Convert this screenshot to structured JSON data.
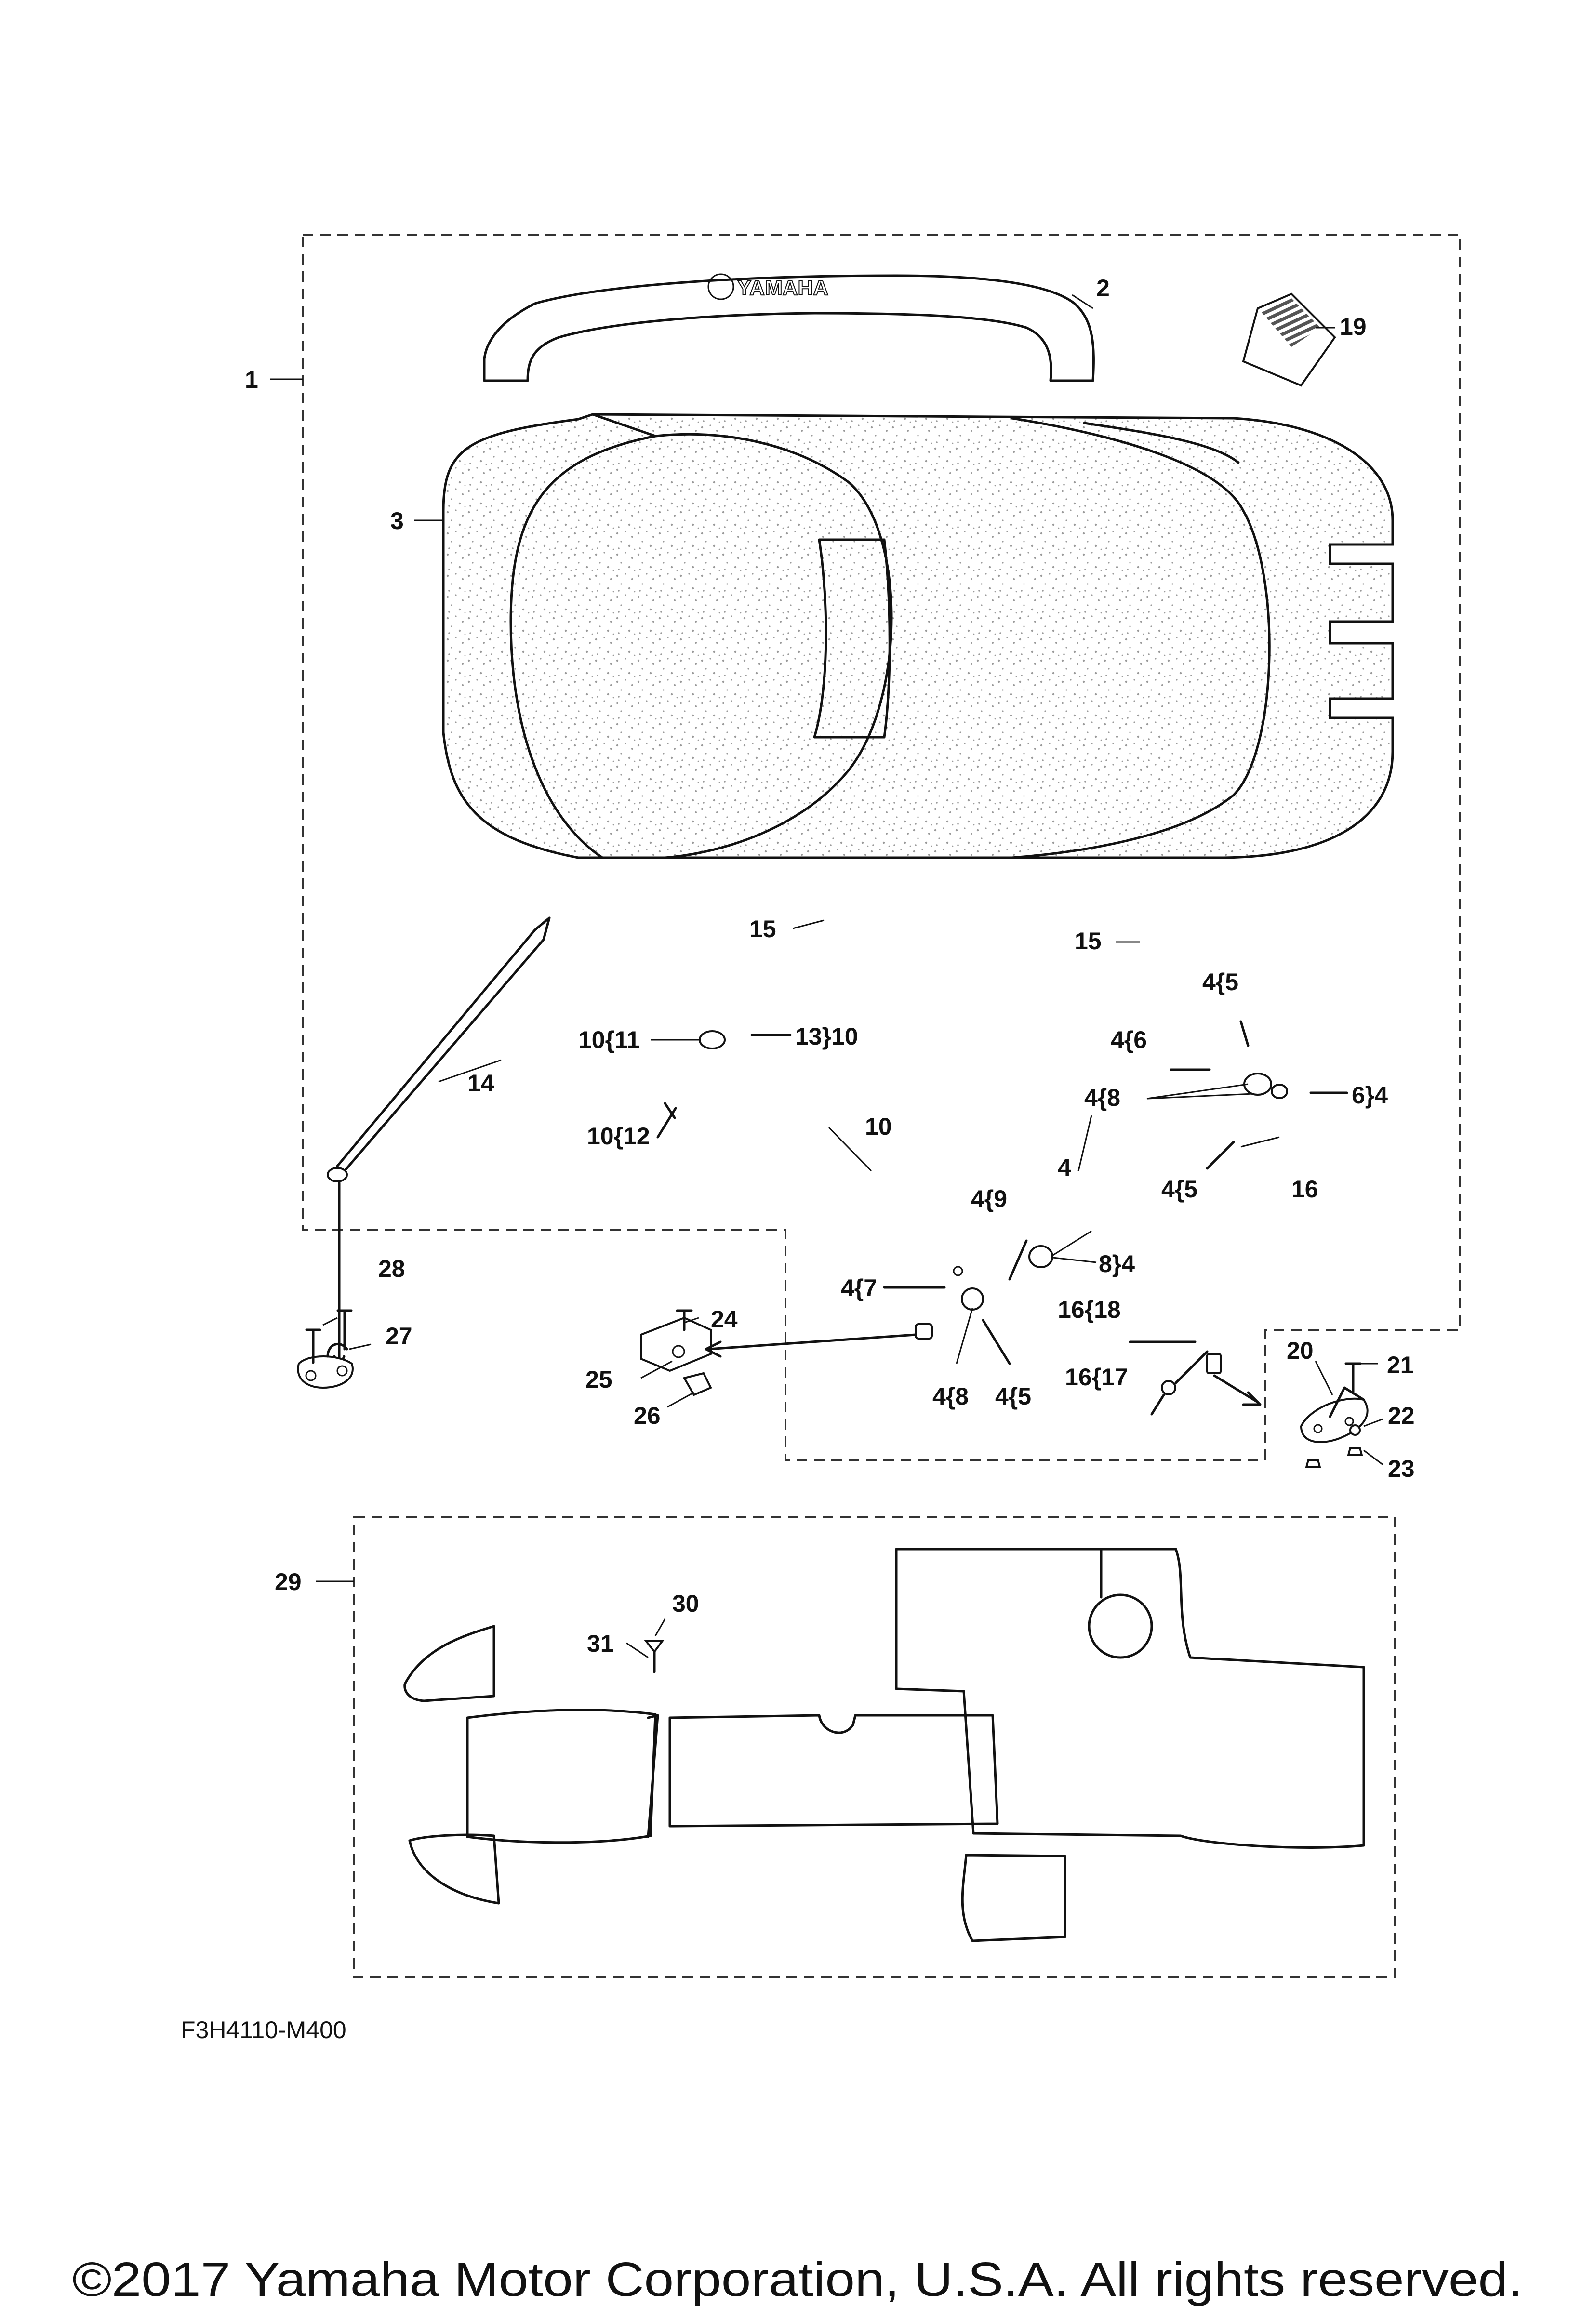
{
  "diagram": {
    "code": "F3H4110-M400",
    "copyright": "©2017 Yamaha Motor Corporation, U.S.A. All rights reserved.",
    "logo_text": "YAMAHA",
    "callouts": {
      "c1": "1",
      "c2": "2",
      "c3": "3",
      "c19": "19",
      "c15a": "15",
      "c15b": "15",
      "c14": "14",
      "c10_11": "10{11",
      "c13_10": "13}10",
      "c10_12": "10{12",
      "c10": "10",
      "c4_5a": "4{5",
      "c4_6": "4{6",
      "c4_8a": "4{8",
      "c6_4": "6}4",
      "c4_5b": "4{5",
      "c16": "16",
      "c4": "4",
      "c4_9": "4{9",
      "c8_4": "8}4",
      "c4_7": "4{7",
      "c4_8b": "4{8",
      "c4_5c": "4{5",
      "c16_18": "16{18",
      "c16_17": "16{17",
      "c28": "28",
      "c27": "27",
      "c24": "24",
      "c25": "25",
      "c26": "26",
      "c20": "20",
      "c21": "21",
      "c22": "22",
      "c23": "23",
      "c29": "29",
      "c30": "30",
      "c31": "31"
    }
  }
}
